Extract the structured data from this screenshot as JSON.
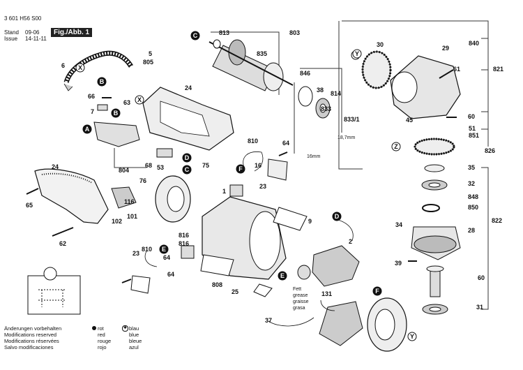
{
  "header": {
    "code": "3 601 H56 S00",
    "stand_label": "Stand",
    "stand_value": "09-06",
    "issue_label": "Issue",
    "issue_value": "14-11-11",
    "figure": "Fig./Abb. 1"
  },
  "notes": {
    "grease": [
      "Fett",
      "grease",
      "graisse",
      "grasa"
    ],
    "dim_18_7": "18,7mm",
    "dim_16": "16mm"
  },
  "footer": {
    "modifications": [
      "Änderungen vorbehalten",
      "Modifications reserved",
      "Modifications réservées",
      "Salvo modificaciones"
    ],
    "colors_left": [
      "rot",
      "red",
      "rouge",
      "rojo"
    ],
    "colors_right": [
      "blau",
      "blue",
      "bleue",
      "azul"
    ]
  },
  "labels": [
    "813",
    "803",
    "5",
    "805",
    "6",
    "X",
    "B",
    "835",
    "30",
    "840",
    "29",
    "821",
    "66",
    "63",
    "7",
    "B",
    "A",
    "24",
    "X",
    "846",
    "38",
    "814",
    "833",
    "833/1",
    "61",
    "Z",
    "45",
    "60",
    "51",
    "851",
    "826",
    "804",
    "68",
    "53",
    "D",
    "C",
    "75",
    "810",
    "64",
    "F",
    "16",
    "23",
    "24",
    "65",
    "76",
    "116",
    "62",
    "102",
    "101",
    "1",
    "9",
    "D",
    "816",
    "64",
    "2",
    "35",
    "32",
    "848",
    "850",
    "34",
    "28",
    "822",
    "23",
    "810",
    "E",
    "816",
    "64",
    "E",
    "39",
    "60",
    "25",
    "808",
    "131",
    "F",
    "31",
    "37",
    "C",
    "Y",
    "Y",
    "Z",
    "Z"
  ],
  "colors": {
    "ink": "#111111",
    "paper": "#ffffff",
    "part_fill": "#e8e8e8",
    "part_dark": "#9a9a9a",
    "frame": "#333333"
  }
}
